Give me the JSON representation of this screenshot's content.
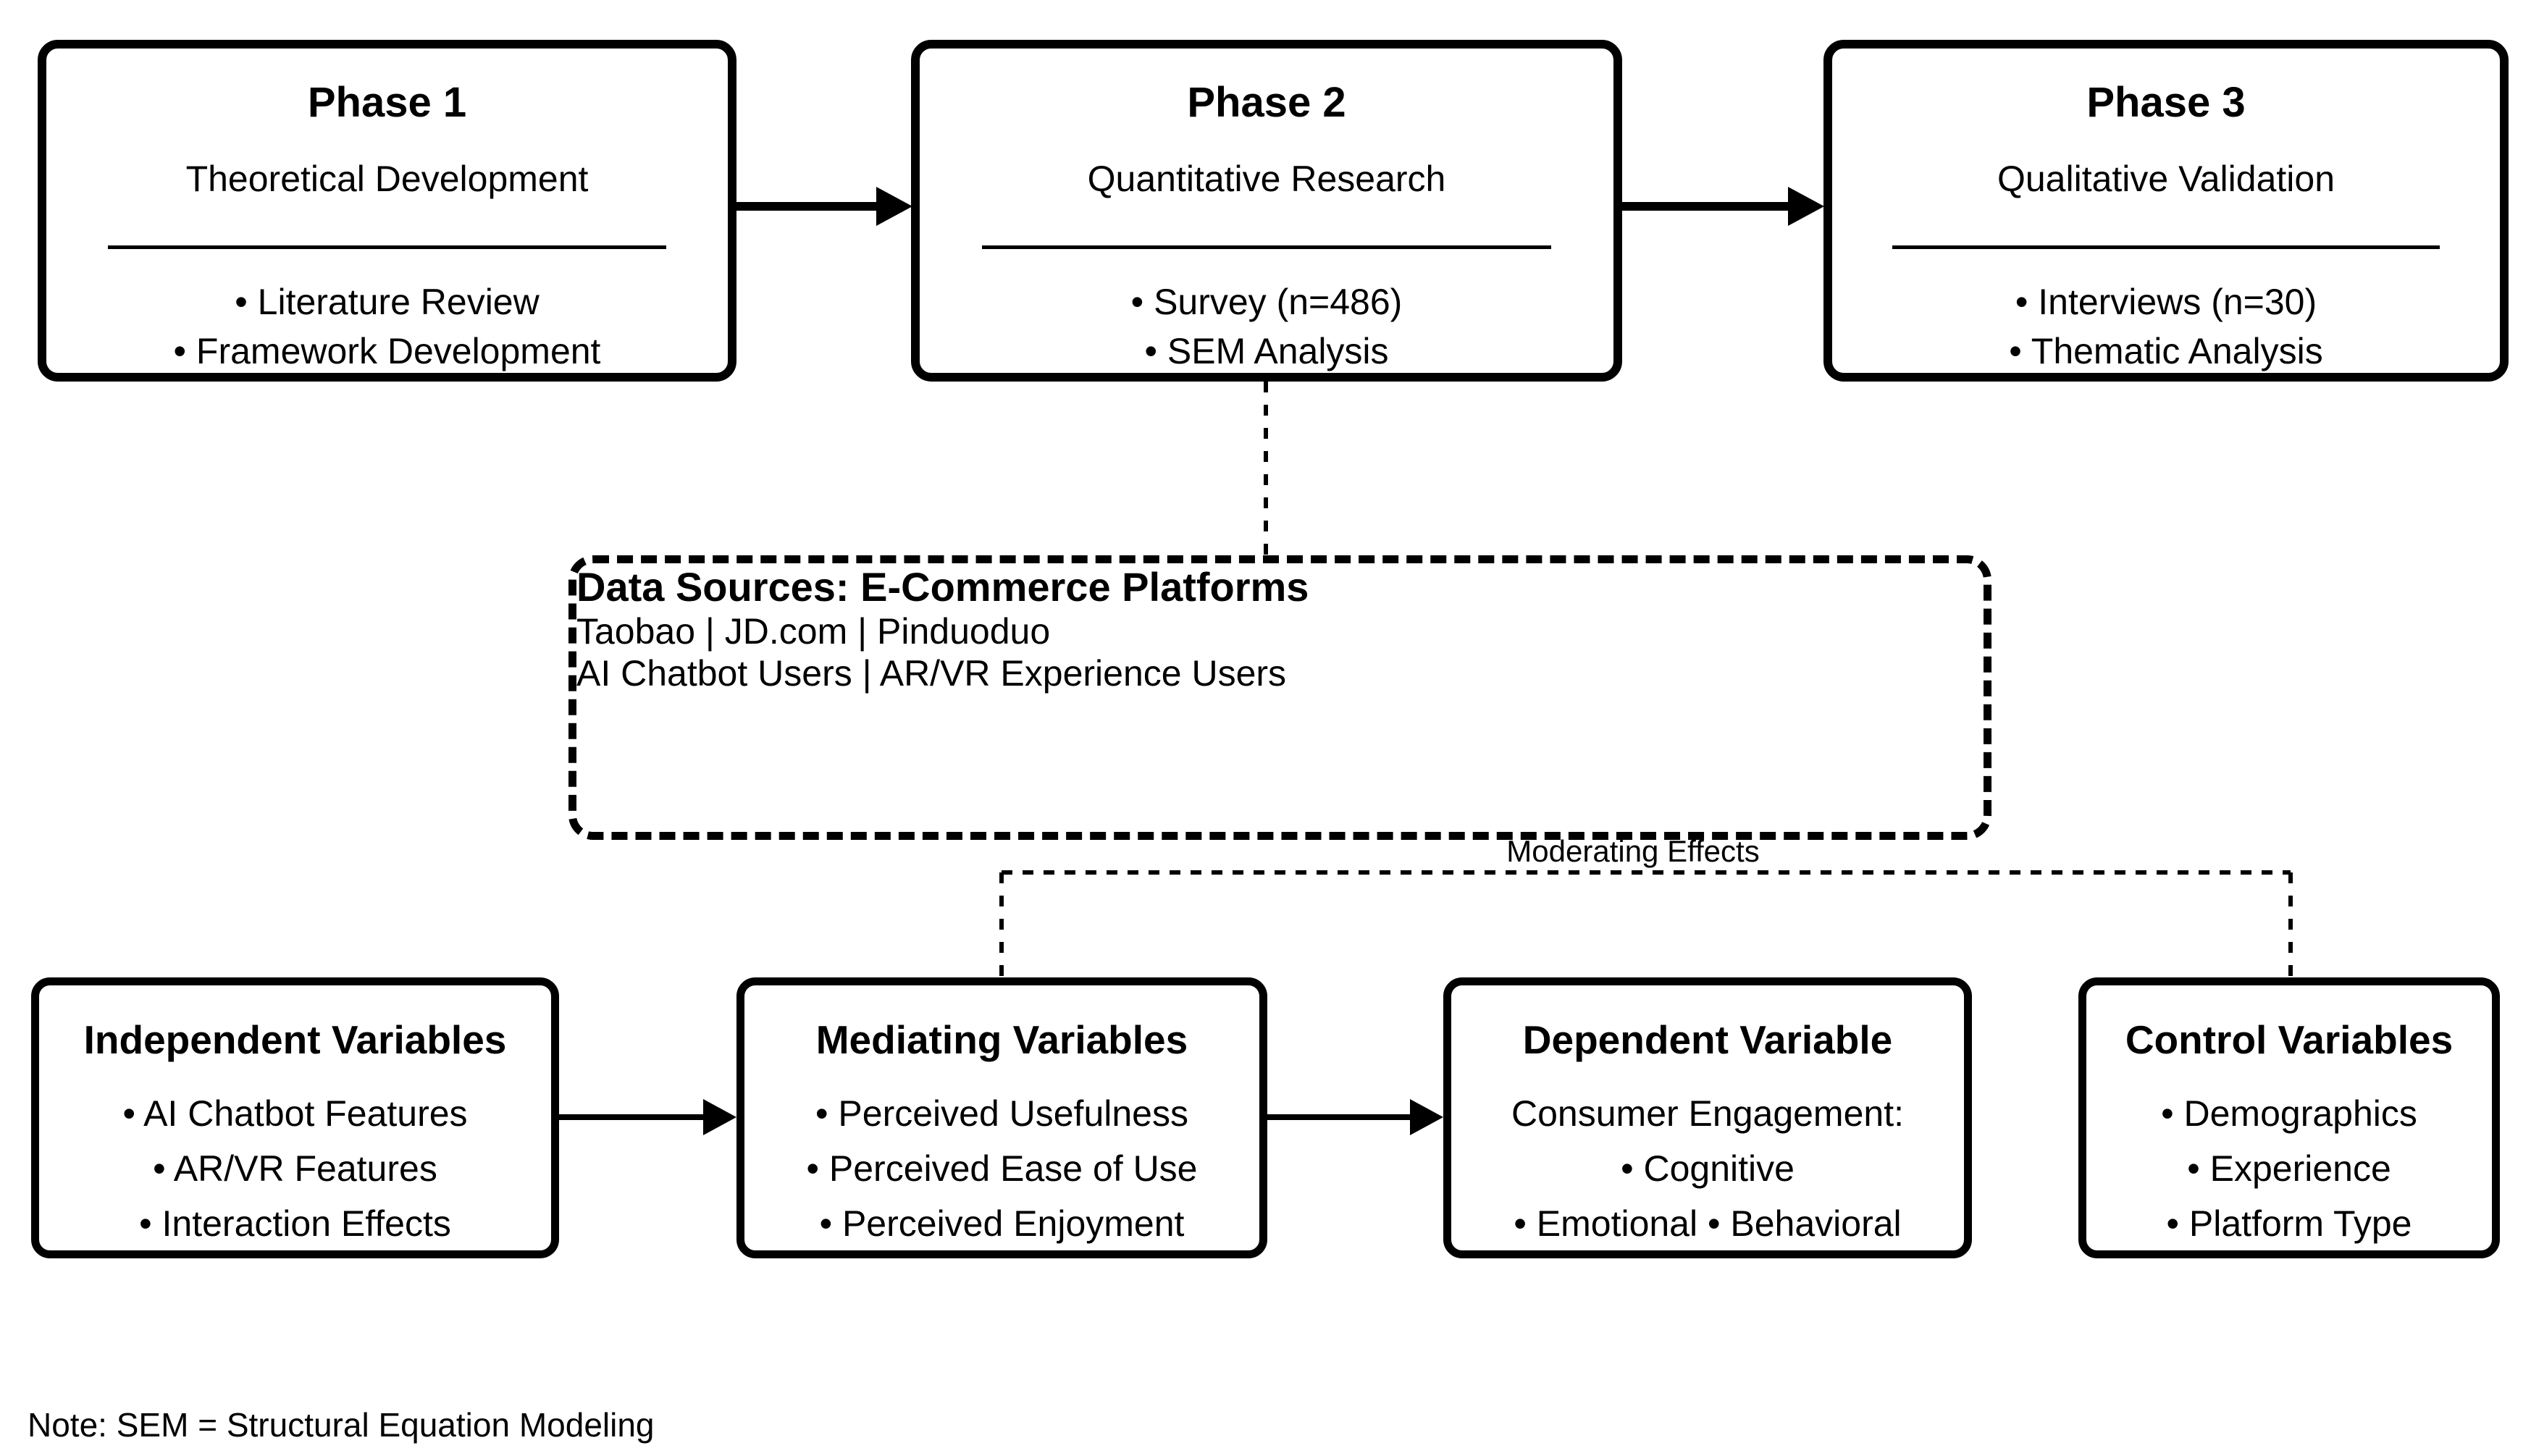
{
  "diagram": {
    "phases": [
      {
        "title": "Phase 1",
        "subtitle": "Theoretical Development",
        "bullets": [
          "• Literature Review",
          "• Framework Development"
        ]
      },
      {
        "title": "Phase 2",
        "subtitle": "Quantitative Research",
        "bullets": [
          "• Survey (n=486)",
          "• SEM Analysis"
        ]
      },
      {
        "title": "Phase 3",
        "subtitle": "Qualitative Validation",
        "bullets": [
          "• Interviews (n=30)",
          "• Thematic Analysis"
        ]
      }
    ],
    "data_sources": {
      "title": "Data Sources: E-Commerce Platforms",
      "platforms": "Taobao | JD.com | Pinduoduo",
      "users": "AI Chatbot Users | AR/VR Experience Users"
    },
    "moderating_label": "Moderating Effects",
    "variables": [
      {
        "title": "Independent Variables",
        "lines": [
          "• AI Chatbot Features",
          "• AR/VR Features",
          "• Interaction Effects"
        ]
      },
      {
        "title": "Mediating Variables",
        "lines": [
          "• Perceived Usefulness",
          "• Perceived Ease of Use",
          "• Perceived Enjoyment"
        ]
      },
      {
        "title": "Dependent Variable",
        "lines": [
          "Consumer Engagement:",
          "• Cognitive",
          "• Emotional • Behavioral"
        ]
      },
      {
        "title": "Control Variables",
        "lines": [
          "• Demographics",
          "• Experience",
          "• Platform Type"
        ]
      }
    ],
    "note": "Note: SEM = Structural Equation Modeling",
    "colors": {
      "stroke": "#000000",
      "background": "#ffffff"
    }
  }
}
